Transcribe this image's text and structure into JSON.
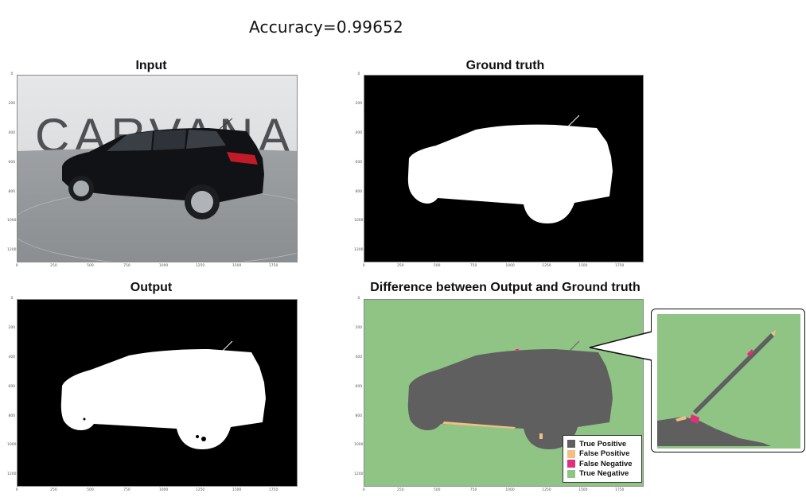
{
  "header": {
    "accuracy": "Accuracy=0.99652"
  },
  "panels": {
    "input": {
      "title": "Input",
      "watermark": "CARVANA"
    },
    "ground_truth": {
      "title": "Ground truth"
    },
    "output": {
      "title": "Output"
    },
    "difference": {
      "title": "Difference between Output and Ground truth"
    }
  },
  "axes": {
    "y_ticks": [
      "0",
      "200",
      "400",
      "600",
      "800",
      "1000",
      "1200"
    ],
    "x_ticks": [
      "0",
      "250",
      "500",
      "750",
      "1000",
      "1250",
      "1500",
      "1750"
    ]
  },
  "legend": {
    "items": [
      {
        "label": "True Positive",
        "color": "#5f5f5f"
      },
      {
        "label": "False Positive",
        "color": "#f0bf84"
      },
      {
        "label": "False Negative",
        "color": "#e0307a"
      },
      {
        "label": "True Negative",
        "color": "#8fc485"
      }
    ]
  },
  "chart_data": {
    "type": "image-grid",
    "title": "Accuracy=0.99652",
    "accuracy": 0.99652,
    "panels": [
      "Input",
      "Ground truth",
      "Output",
      "Difference between Output and Ground truth"
    ],
    "xlim": [
      0,
      1918
    ],
    "ylim": [
      1280,
      0
    ],
    "x_ticks": [
      0,
      250,
      500,
      750,
      1000,
      1250,
      1500,
      1750
    ],
    "y_ticks": [
      0,
      200,
      400,
      600,
      800,
      1000,
      1200
    ],
    "legend": [
      "True Positive",
      "False Positive",
      "False Negative",
      "True Negative"
    ],
    "colors": {
      "true_positive": "#5f5f5f",
      "false_positive": "#f0bf84",
      "false_negative": "#e0307a",
      "true_negative": "#8fc485"
    }
  }
}
